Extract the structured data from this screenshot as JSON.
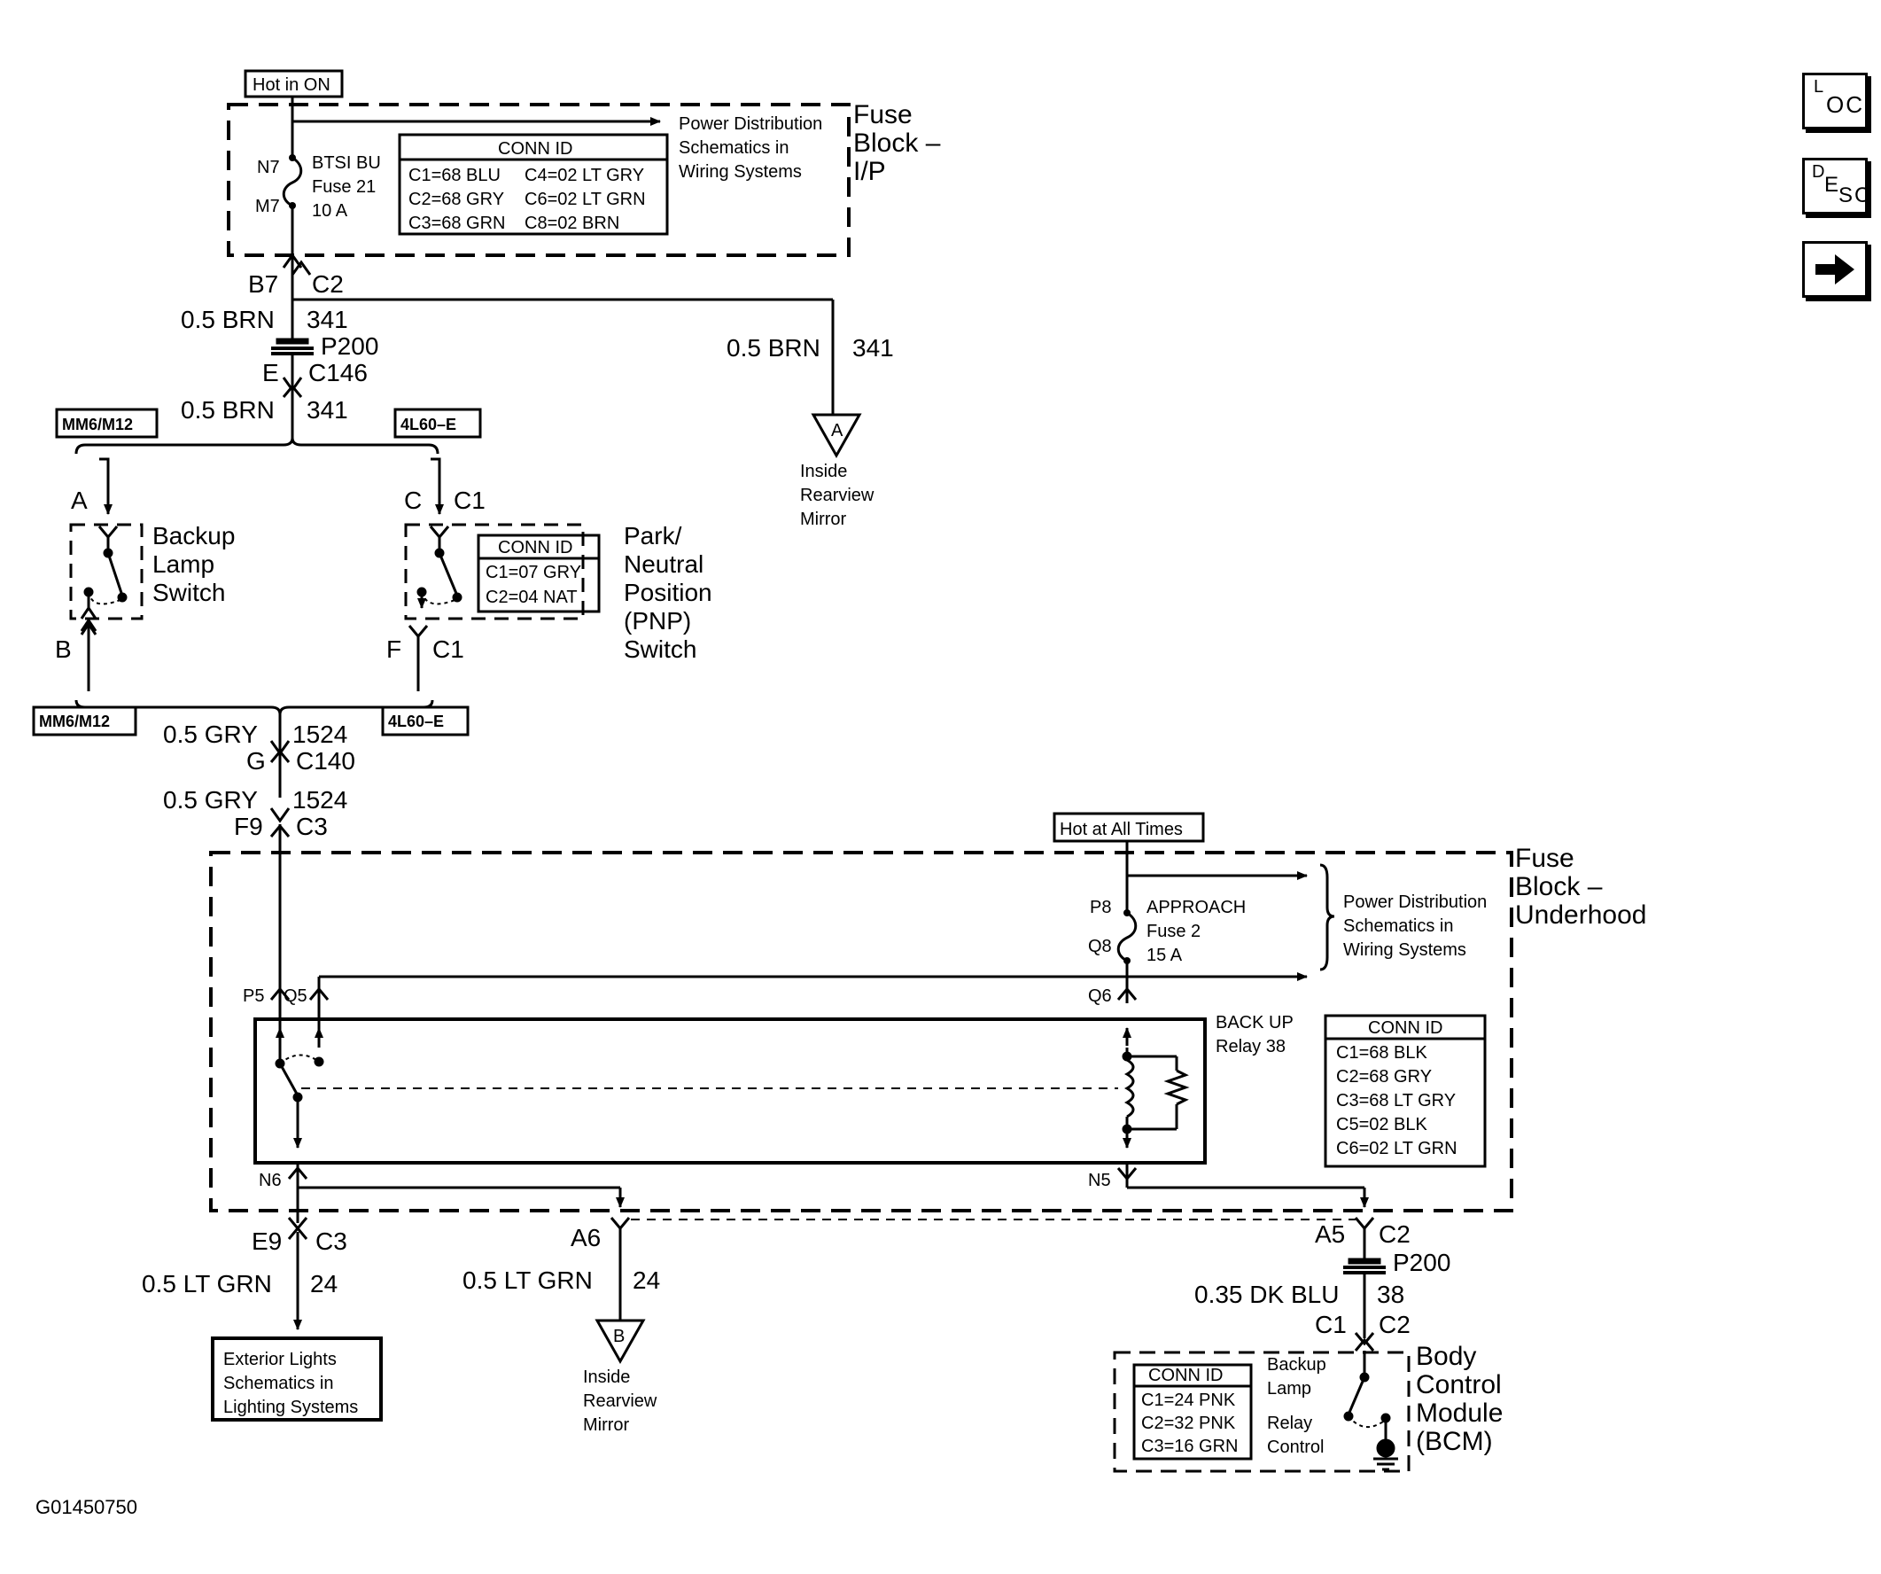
{
  "nav": {
    "loc_top": "L",
    "loc_bottom": "OC",
    "desc_top": "D",
    "desc_mid": "E",
    "desc_bottom": "SC",
    "next_icon": "right-arrow-icon"
  },
  "image_id": "G01450750",
  "fuse_block_ip": {
    "supply": "Hot in ON",
    "title_line1": "Fuse",
    "title_line2": "Block –",
    "title_line3": "I/P",
    "pin_n7": "N7",
    "pin_m7": "M7",
    "fuse_line1": "BTSI BU",
    "fuse_line2": "Fuse 21",
    "fuse_line3": "10 A",
    "power_dist": [
      "Power Distribution",
      "Schematics in",
      "Wiring Systems"
    ],
    "conn_id": {
      "header": "CONN ID",
      "rows": [
        [
          "C1=68 BLU",
          "C4=02 LT GRY"
        ],
        [
          "C2=68 GRY",
          "C6=02 LT GRN"
        ],
        [
          "C3=68 GRN",
          "C8=02 BRN"
        ]
      ]
    }
  },
  "upper_wiring": {
    "b7": "B7",
    "c2": "C2",
    "wire1_color": "0.5 BRN",
    "wire1_circuit": "341",
    "p200": "P200",
    "e": "E",
    "c146": "C146",
    "wire2_color": "0.5 BRN",
    "wire2_circuit": "341",
    "mirror_wire_color": "0.5 BRN",
    "mirror_wire_circuit": "341",
    "mirror_a_label": "A",
    "mirror_a_text": [
      "Inside",
      "Rearview",
      "Mirror"
    ]
  },
  "switches": {
    "opt_mm6_top": "MM6/M12",
    "opt_4l60_top": "4L60–E",
    "opt_mm6_bottom": "MM6/M12",
    "opt_4l60_bottom": "4L60–E",
    "backup_a": "A",
    "backup_b": "B",
    "backup_name": [
      "Backup",
      "Lamp",
      "Switch"
    ],
    "pnp_c": "C",
    "pnp_c1_top": "C1",
    "pnp_f": "F",
    "pnp_c1_bottom": "C1",
    "pnp_name": [
      "Park/",
      "Neutral",
      "Position",
      "(PNP)",
      "Switch"
    ],
    "pnp_conn": {
      "header": "CONN ID",
      "rows": [
        "C1=07 GRY",
        "C2=04 NAT"
      ]
    }
  },
  "mid_wiring": {
    "w3_color": "0.5 GRY",
    "w3_circuit": "1524",
    "g": "G",
    "c140": "C140",
    "w4_color": "0.5 GRY",
    "w4_circuit": "1524",
    "f9": "F9",
    "c3": "C3"
  },
  "fuse_block_underhood": {
    "supply": "Hot at All Times",
    "title_line1": "Fuse",
    "title_line2": "Block –",
    "title_line3": "Underhood",
    "p8": "P8",
    "q8": "Q8",
    "p5": "P5",
    "q5": "Q5",
    "q6": "Q6",
    "n6": "N6",
    "n5": "N5",
    "fuse_line1": "APPROACH",
    "fuse_line2": "Fuse 2",
    "fuse_line3": "15 A",
    "power_dist": [
      "Power Distribution",
      "Schematics in",
      "Wiring Systems"
    ],
    "relay_line1": "BACK UP",
    "relay_line2": "Relay 38",
    "conn_id": {
      "header": "CONN ID",
      "rows": [
        "C1=68 BLK",
        "C2=68 GRY",
        "C3=68 LT GRY",
        "C5=02 BLK",
        "C6=02 LT GRN"
      ]
    }
  },
  "lower_wiring": {
    "e9": "E9",
    "c3": "C3",
    "ext_color": "0.5 LT GRN",
    "ext_circuit": "24",
    "ext_lights": [
      "Exterior Lights",
      "Schematics in",
      "Lighting Systems"
    ],
    "a6": "A6",
    "mirror_b_color": "0.5 LT GRN",
    "mirror_b_circuit": "24",
    "mirror_b_label": "B",
    "mirror_b_text": [
      "Inside",
      "Rearview",
      "Mirror"
    ],
    "a5": "A5",
    "c2": "C2",
    "p200": "P200",
    "bcm_wire_color": "0.35 DK BLU",
    "bcm_wire_circuit": "38",
    "c1_bcm": "C1",
    "c2_bcm": "C2"
  },
  "bcm": {
    "name": [
      "Body",
      "Control",
      "Module",
      "(BCM)"
    ],
    "relay_label": [
      "Backup",
      "Lamp",
      "Relay",
      "Control"
    ],
    "conn": {
      "header": "CONN ID",
      "rows": [
        "C1=24 PNK",
        "C2=32 PNK",
        "C3=16 GRN"
      ]
    }
  }
}
